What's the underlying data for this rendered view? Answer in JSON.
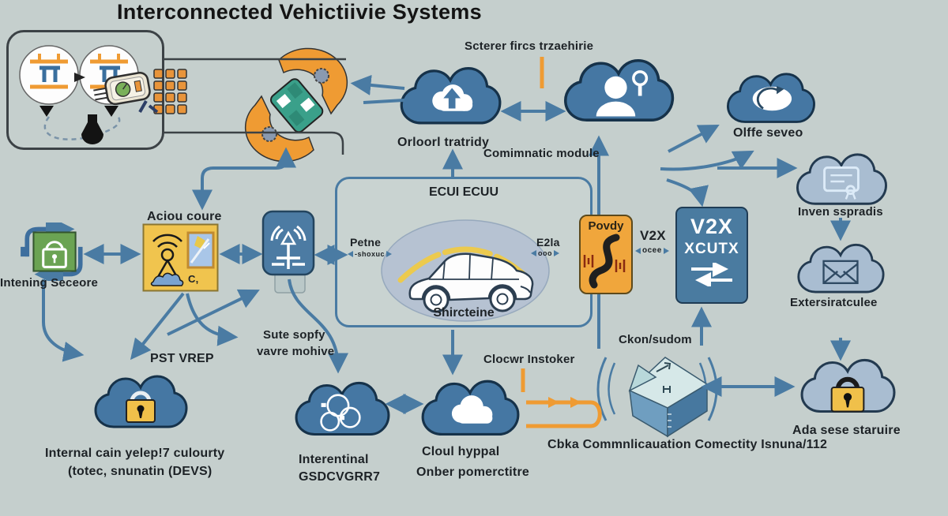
{
  "title": "Interconnected Vehictiivie Systems",
  "colors": {
    "background": "#c5cfcd",
    "cloud_blue": "#4577a3",
    "cloud_light_blue": "#a9bdd1",
    "accent_orange": "#ef9b33",
    "panel_yellow": "#f0c44e",
    "module_blue": "#4a7ba0",
    "lock_green": "#6ba353",
    "text_dark": "#1d2226"
  },
  "icons": [
    "brake-circuit-icon",
    "key-fob-icon",
    "flask-icon",
    "keypad-icon",
    "rotation-arrows-icon",
    "car-road-icon",
    "cloud-upload-icon",
    "user-keyhole-icon",
    "refresh-oval-icon",
    "certificate-icon",
    "envelope-icon",
    "padlock-icon",
    "lock-sync-icon",
    "antenna-icon",
    "map-icon",
    "radio-tower-icon",
    "car-illustration",
    "s-road-icon",
    "double-arrow-icon",
    "circular-arrows-icon",
    "cloud-icon",
    "open-box-icon"
  ],
  "top": {
    "flow_label": "Scterer fircs trzaehirie",
    "upload_cloud_label": "Orloorl tratridy",
    "comm_module_label": "Comimnatic module",
    "refresh_cloud_label": "Olffe seveo"
  },
  "left": {
    "secure_sync_label": "Intening Seceore",
    "access_box_label": "Aciou coure",
    "access_box_glyph": "C,",
    "pst_label": "PST VREP",
    "internal_caption_line1": "Internal cain yelep!7 culourty",
    "internal_caption_line2": "(totec, snunatin (DEVS)"
  },
  "ecu": {
    "title": "ECUI ECUU",
    "left_label": "Petne",
    "left_sub": "-shoxuc",
    "right_label": "E2la",
    "right_sub": "ooo",
    "bottom_label": "Shircteine"
  },
  "v2x": {
    "gateway_label": "Povdy",
    "link_label": "V2X",
    "link_sub": "ocee",
    "module_line1": "V2X",
    "module_line2": "XCUTX"
  },
  "right": {
    "cert_cloud_label": "Inven sspradis",
    "mail_cloud_label": "Extersiratculee",
    "lock_cloud_label": "Ada sese staruire"
  },
  "bottom": {
    "sute_line1": "Sute sopfy",
    "sute_line2": "vavre mohive",
    "interentinal_line1": "Interentinal",
    "interentinal_line2": "GSDCVGRR7",
    "cloud_line1": "Cloul hyppal",
    "cloud_line2": "Onber pomerctitre",
    "clocwr_label": "Clocwr Instoker",
    "box3d_label": "Ckon/sudom",
    "cbka_label": "Cbka Commnlicauation Comectity Isnuna/112"
  }
}
